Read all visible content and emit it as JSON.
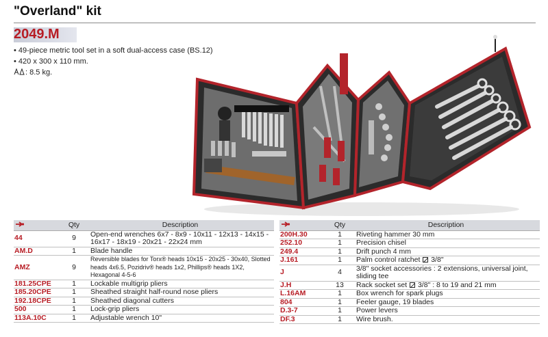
{
  "page": {
    "title": "\"Overland\" kit",
    "ref": "2049.M",
    "specs": [
      "• 49-piece metric tool set in a soft dual-access case (BS.12)",
      "• 420 x 300 x 110 mm.",
      ": 8.5 kg."
    ]
  },
  "table_headers": {
    "code": "",
    "qty": "Qty",
    "desc": "Description"
  },
  "left_rows": [
    {
      "code": "44",
      "qty": "9",
      "desc": "Open-end wrenches 6x7 - 8x9 - 10x11 - 12x13 - 14x15 - 16x17 - 18x19 - 20x21 - 22x24 mm"
    },
    {
      "code": "AM.D",
      "qty": "1",
      "desc": "Blade handle"
    },
    {
      "code": "AMZ",
      "qty": "9",
      "desc": "Reversible blades for Torx® heads 10x15 - 20x25 - 30x40, Slotted heads 4x6.5, Pozidriv® heads 1x2, Phillips® heads 1X2, Hexagonal 4-5-6"
    },
    {
      "code": "181.25CPE",
      "qty": "1",
      "desc": "Lockable multigrip pliers"
    },
    {
      "code": "185.20CPE",
      "qty": "1",
      "desc": "Sheathed straight half-round nose pliers"
    },
    {
      "code": "192.18CPE",
      "qty": "1",
      "desc": "Sheathed diagonal cutters"
    },
    {
      "code": "500",
      "qty": "1",
      "desc": "Lock-grip pliers"
    },
    {
      "code": "113A.10C",
      "qty": "1",
      "desc": "Adjustable wrench 10\""
    }
  ],
  "right_rows": [
    {
      "code": "200H.30",
      "qty": "1",
      "desc": "Riveting hammer 30 mm"
    },
    {
      "code": "252.10",
      "qty": "1",
      "desc": "Precision chisel"
    },
    {
      "code": "249.4",
      "qty": "1",
      "desc": "Drift punch 4 mm"
    },
    {
      "code": "J.161",
      "qty": "1",
      "desc_a": "Palm control ratchet",
      "desc_b": "3/8\""
    },
    {
      "code": "J",
      "qty": "4",
      "desc": "3/8\" socket accessories : 2 extensions, universal joint, sliding tee"
    },
    {
      "code": "J.H",
      "qty": "13",
      "desc_a": "Rack socket set",
      "desc_b": "3/8\" : 8 to 19 and 21 mm"
    },
    {
      "code": "L.16AM",
      "qty": "1",
      "desc": "Box wrench for spark plugs"
    },
    {
      "code": "804",
      "qty": "1",
      "desc": "Feeler gauge, 19 blades"
    },
    {
      "code": "D.3-7",
      "qty": "1",
      "desc": "Power levers"
    },
    {
      "code": "DF.3",
      "qty": "1",
      "desc": "Wire brush."
    }
  ],
  "colors": {
    "accent": "#b71c24",
    "header_band": "#d7d9de",
    "case": "#2b2b2b",
    "case_trim": "#b3242b"
  },
  "icons": {
    "weight": "weight-icon",
    "reference_column": "reference-icon",
    "square_drive": "square-drive-icon"
  }
}
